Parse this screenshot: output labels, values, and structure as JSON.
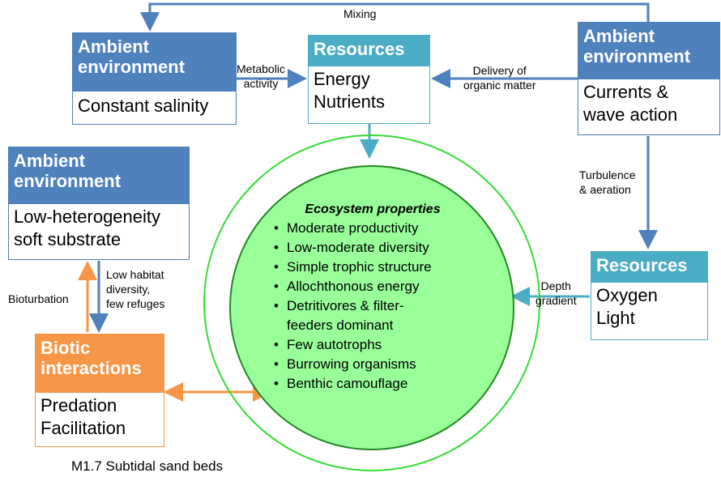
{
  "boxes": {
    "ambient_salinity": {
      "header": "Ambient environment",
      "body": "Constant salinity"
    },
    "resources_energy": {
      "header": "Resources",
      "body_lines": [
        "Energy",
        "Nutrients"
      ]
    },
    "ambient_currents": {
      "header": "Ambient environment",
      "body_lines": [
        "Currents &",
        "wave action"
      ]
    },
    "ambient_substrate": {
      "header": "Ambient environment",
      "body_lines": [
        "Low-heterogeneity",
        "soft substrate"
      ]
    },
    "biotic": {
      "header_lines": [
        "Biotic",
        "interactions"
      ],
      "body_lines": [
        "Predation",
        "Facilitation"
      ]
    },
    "resources_oxygen": {
      "header": "Resources",
      "body_lines": [
        "Oxygen",
        "Light"
      ]
    }
  },
  "labels": {
    "mixing": "Mixing",
    "metabolic": [
      "Metabolic",
      "activity"
    ],
    "delivery": [
      "Delivery of",
      "organic matter"
    ],
    "turbulence": [
      "Turbulence",
      "& aeration"
    ],
    "depth": [
      "Depth",
      "gradient"
    ],
    "bioturbation": "Bioturbation",
    "low_habitat": [
      "Low habitat",
      "diversity,",
      "few refuges"
    ]
  },
  "ecosystem": {
    "title": "Ecosystem properties",
    "items": [
      "Moderate productivity",
      "Low-moderate diversity",
      "Simple trophic structure",
      "Allochthonous energy",
      "Detritivores & filter-",
      "feeders dominant",
      "Few autotrophs",
      "Burrowing organisms",
      "Benthic camouflage"
    ]
  },
  "caption": "M1.7 Subtidal sand beds",
  "colors": {
    "blue": "#4f81bd",
    "teal": "#4bacc6",
    "orange": "#f79646",
    "green_fill": "#99ff99",
    "green_ring": "#33dd33"
  }
}
